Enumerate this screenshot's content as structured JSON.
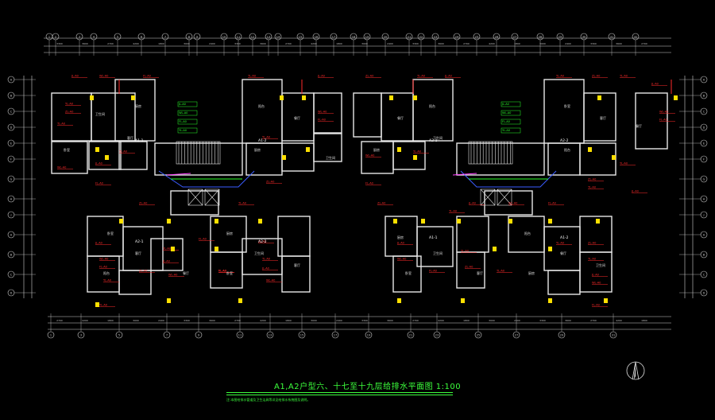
{
  "title": "A1,A2户型六、十七至十九层给排水平面图 1:100",
  "note": "注:本图给排水管道及卫生洁具等详见给排水系统图及说明。",
  "units_left": [
    "A1-1",
    "A1-2",
    "A2-1",
    "A2-2"
  ],
  "units_right": [
    "A2-1",
    "A2-2",
    "A1-1",
    "A1-2"
  ],
  "room_labels": [
    "厨房",
    "卫生间",
    "卧室",
    "客厅",
    "阳台",
    "餐厅"
  ],
  "pipe_tags": [
    "JL-A0",
    "WL-A0",
    "FL-A0",
    "YL-A0",
    "ZL-A0",
    "TL-A0"
  ],
  "dimension_values": [
    "3300",
    "3600",
    "2700",
    "4200",
    "1800",
    "3000",
    "2400"
  ],
  "grid_axes_h": [
    "1",
    "2",
    "3",
    "4",
    "5",
    "6",
    "7",
    "8",
    "9",
    "10",
    "11",
    "12",
    "13",
    "14",
    "15",
    "16",
    "17",
    "18",
    "19",
    "20",
    "21",
    "22",
    "23",
    "24",
    "25",
    "26",
    "27",
    "28",
    "29",
    "30",
    "31",
    "32"
  ],
  "grid_axes_v": [
    "A",
    "B",
    "C",
    "D",
    "E",
    "F",
    "G",
    "H",
    "J"
  ],
  "colors": {
    "wall": "#e8e8e8",
    "pipe_red": "#ff2a2a",
    "pipe_blue": "#3a5cff",
    "pipe_green": "#2aff2a",
    "pipe_magenta": "#ff40ff",
    "fixture_yellow": "#ffe000",
    "title_green": "#3cff3c"
  }
}
